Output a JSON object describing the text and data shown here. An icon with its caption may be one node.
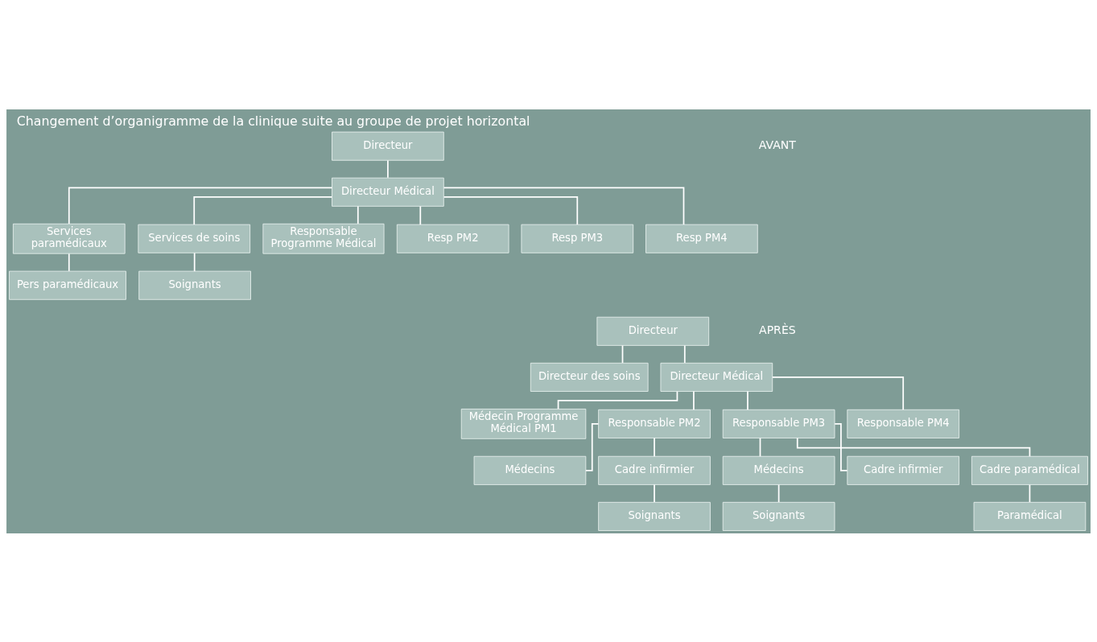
{
  "diagram": {
    "title": "Changement d’organigramme de la clinique suite au groupe de projet horizontal",
    "nodes": [
      {
        "text": [
          "Directeur"
        ]
      },
      {
        "text": [
          "Directeur Médical"
        ]
      },
      {
        "text": [
          "Services paramédicaux"
        ]
      },
      {
        "text": [
          "Services de soins"
        ]
      },
      {
        "text": [
          "Responsable Programme Médical"
        ]
      },
      {
        "text": [
          "Resp PM2"
        ]
      },
      {
        "text": [
          "Resp PM3"
        ]
      },
      {
        "text": [
          "Resp PM4"
        ]
      },
      {
        "text": [
          "Pers paramédicaux"
        ]
      },
      {
        "text": [
          "Soignants"
        ]
      },
      {
        "text": [
          "Directeur"
        ]
      },
      {
        "text": [
          "Directeur des soins"
        ]
      },
      {
        "text": [
          "Directeur Médical"
        ]
      },
      {
        "text": [
          "Médecin Programme Médical PM1"
        ]
      },
      {
        "text": [
          "Responsable PM2"
        ]
      },
      {
        "text": [
          "Responsable PM3"
        ]
      },
      {
        "text": [
          "Responsable PM4"
        ]
      },
      {
        "text": [
          "Médecins"
        ]
      },
      {
        "text": [
          "Cadre infirmier"
        ]
      },
      {
        "text": [
          "Soignants"
        ]
      },
      {
        "text": [
          "Médecins"
        ]
      },
      {
        "text": [
          "Cadre infirmier"
        ]
      },
      {
        "text": [
          "Cadre paramédical"
        ]
      },
      {
        "text": [
          "Soignants"
        ]
      },
      {
        "text": [
          "Paramédical"
        ]
      }
    ],
    "edges": [
      {
        "from": 0,
        "to": 1,
        "arrow": "none"
      },
      {
        "from": 1,
        "to": 2,
        "arrow": "none"
      },
      {
        "from": 1,
        "to": 3,
        "arrow": "none"
      },
      {
        "from": 1,
        "to": 4,
        "arrow": "none"
      },
      {
        "from": 1,
        "to": 5,
        "arrow": "none"
      },
      {
        "from": 1,
        "to": 6,
        "arrow": "none"
      },
      {
        "from": 1,
        "to": 7,
        "arrow": "none"
      },
      {
        "from": 2,
        "to": 8,
        "arrow": "none"
      },
      {
        "from": 3,
        "to": 9,
        "arrow": "none"
      },
      {
        "from": 10,
        "to": 11,
        "arrow": "none"
      },
      {
        "from": 10,
        "to": 12,
        "arrow": "none"
      },
      {
        "from": 12,
        "to": 13,
        "arrow": "none"
      },
      {
        "from": 12,
        "to": 14,
        "arrow": "none"
      },
      {
        "from": 12,
        "to": 15,
        "arrow": "none"
      },
      {
        "from": 12,
        "to": 16,
        "arrow": "none"
      },
      {
        "from": 14,
        "to": 17,
        "arrow": "none"
      },
      {
        "from": 14,
        "to": 18,
        "arrow": "none"
      },
      {
        "from": 18,
        "to": 19,
        "arrow": "none"
      },
      {
        "from": 15,
        "to": 20,
        "arrow": "none"
      },
      {
        "from": 15,
        "to": 21,
        "arrow": "none"
      },
      {
        "from": 15,
        "to": 22,
        "arrow": "none"
      },
      {
        "from": 20,
        "to": 23,
        "arrow": "none"
      },
      {
        "from": 22,
        "to": 24,
        "arrow": "none"
      }
    ],
    "labels": [
      "AVANT",
      "APRÈS"
    ]
  }
}
